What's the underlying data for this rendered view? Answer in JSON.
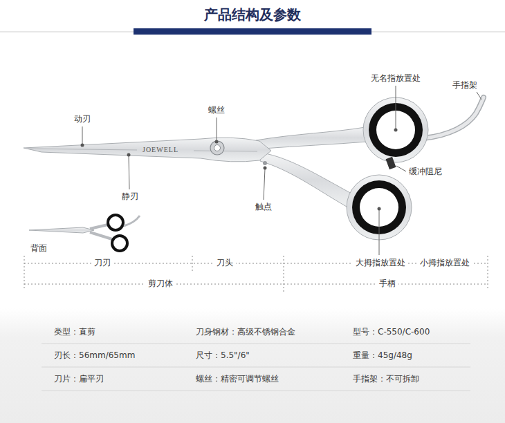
{
  "diagram": {
    "title": "产品结构及参数",
    "labels": [
      "动刃",
      "螺丝",
      "无名指放置处",
      "手指架",
      "静刃",
      "缓冲阻尼",
      "触点",
      "背面",
      "JOEWELL",
      "刀刃",
      "刀头",
      "大拇指放置处",
      "小拇指放置处",
      "剪刀体",
      "手柄",
      "类型：直剪",
      "刀身钢材：高级不锈钢合金",
      "型号：C-550/C-600",
      "刃长：56mm/65mm",
      "尺寸：5.5\"/6\"",
      "重量：45g/48g",
      "刀片：扁平刃",
      "螺丝：精密可调节螺丝",
      "手指架：不可拆卸"
    ]
  }
}
